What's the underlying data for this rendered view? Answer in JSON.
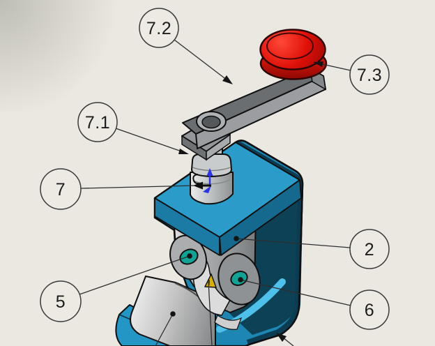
{
  "balloons": [
    {
      "id": "7.2",
      "label": "7.2"
    },
    {
      "id": "7.3",
      "label": "7.3"
    },
    {
      "id": "7.1",
      "label": "7.1"
    },
    {
      "id": "7",
      "label": "7"
    },
    {
      "id": "2",
      "label": "2"
    },
    {
      "id": "5",
      "label": "5"
    },
    {
      "id": "6",
      "label": "6"
    }
  ],
  "warning": {
    "symbol": "!"
  },
  "colors": {
    "background": "#eae8e0",
    "bracket_blue": "#1e86b2",
    "bracket_top": "#2b9cca",
    "bracket_band_left": "#1b7ba5",
    "bracket_band_right": "#15688e",
    "bracket_shadow": "#0d4156",
    "bracket_streak": "#4ec0ea",
    "bracket_edge": "#0c3c52",
    "handle_blue": "#2496c6",
    "knob_red": "#e01109",
    "pin_teal": "#13a296",
    "warning_yellow": "#d9b200",
    "triad_blue": "#2a35e8",
    "line": "#2e2e2e",
    "balloon_fill": "#eceae2",
    "balloon_stroke": "#3a3a3a"
  }
}
